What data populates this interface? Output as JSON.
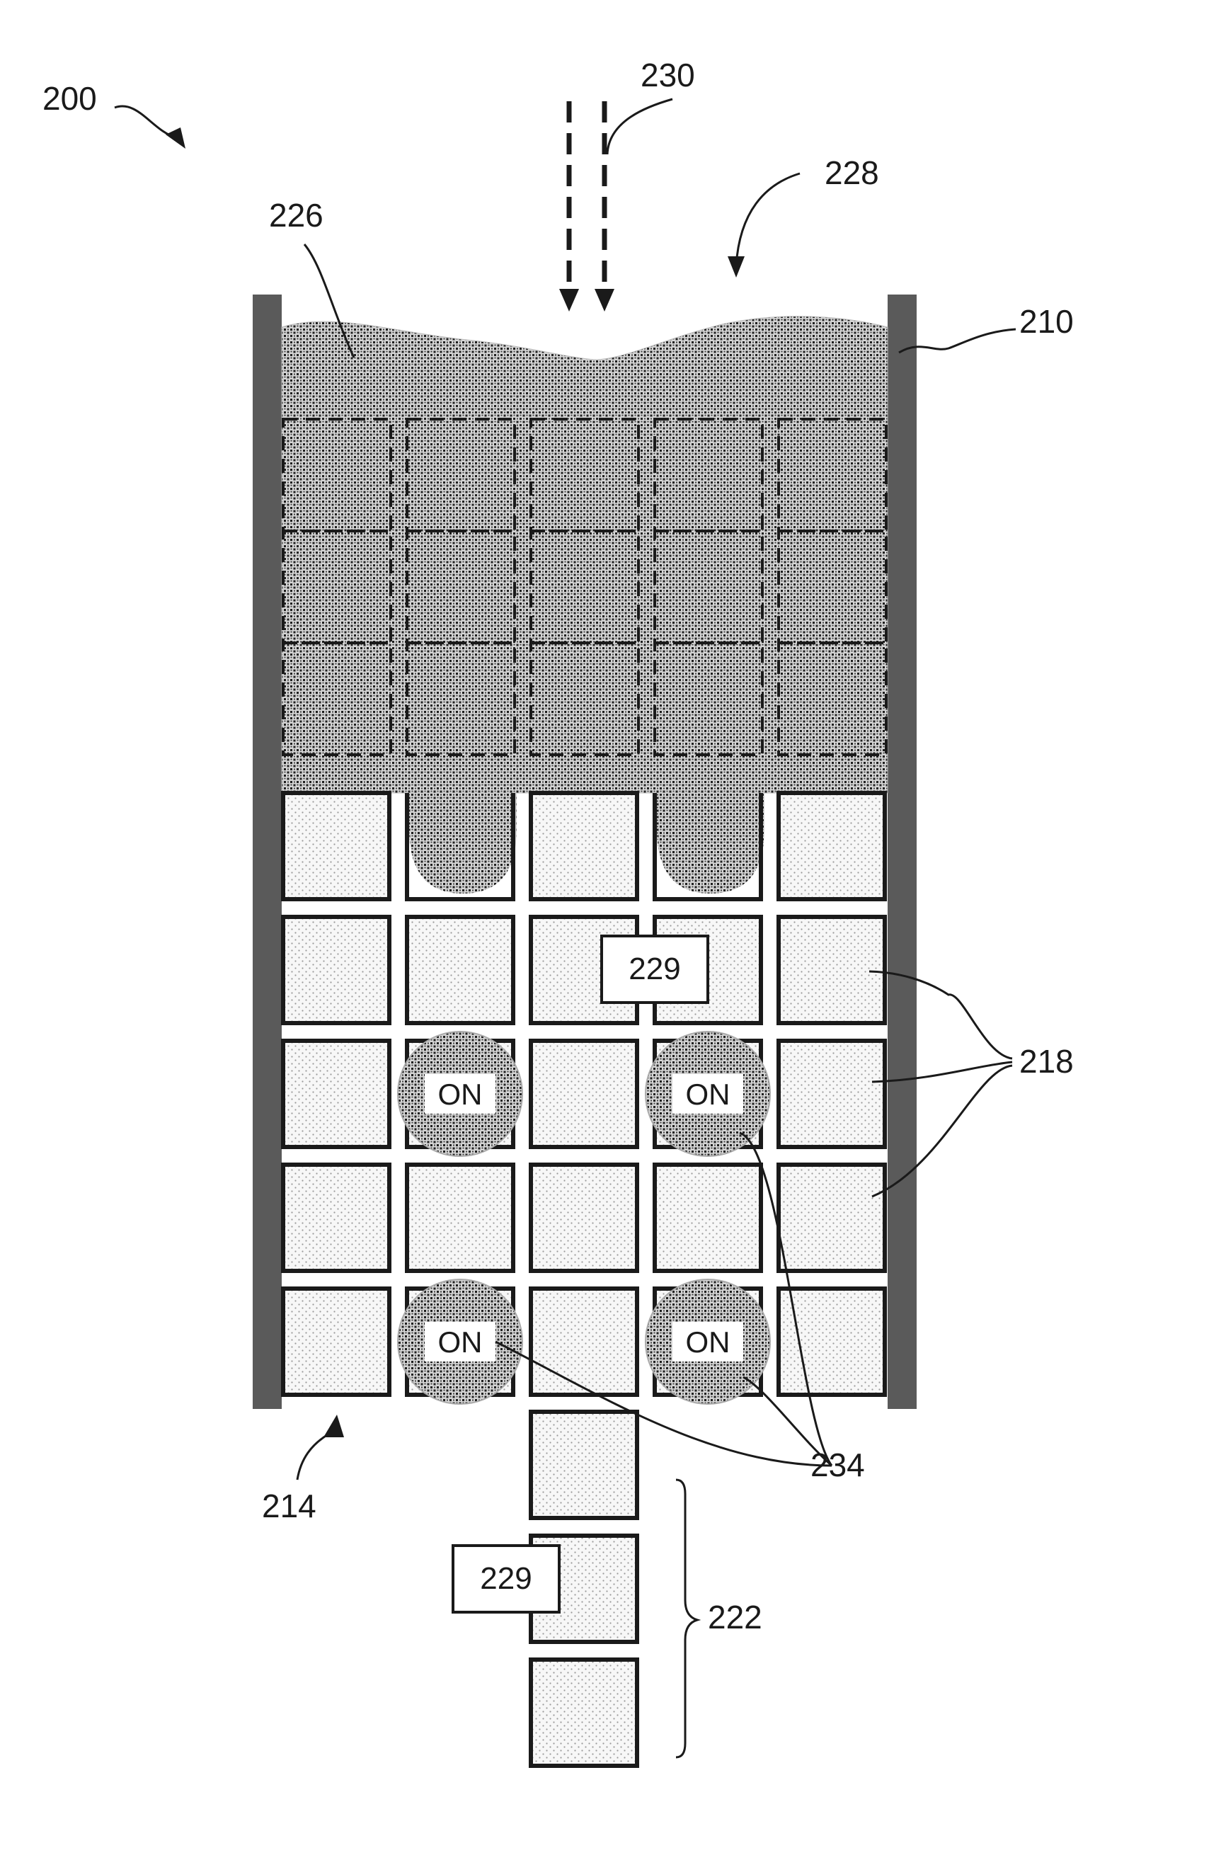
{
  "labels": {
    "figure": "200",
    "wall": "210",
    "outlet": "214",
    "cells": "218",
    "ejected": "222",
    "powder": "226",
    "direction": "228",
    "marker": "229",
    "beam": "230",
    "heated": "234"
  },
  "on_text": "ON",
  "grid": {
    "columns": 5,
    "dashed_rows": 3,
    "solid_rows": 5,
    "stack_below": 3,
    "on_cells": [
      [
        2,
        1
      ],
      [
        2,
        3
      ],
      [
        4,
        1
      ],
      [
        4,
        3
      ]
    ],
    "partially_filled_cells": [
      [
        0,
        1
      ],
      [
        0,
        3
      ]
    ]
  },
  "colors": {
    "outline": "#1a1a1a",
    "wall": "#5a5a5a",
    "cell_fill": "#f6f6f6",
    "dot_light": "#9a9a9a",
    "dot_dark": "#222222"
  }
}
